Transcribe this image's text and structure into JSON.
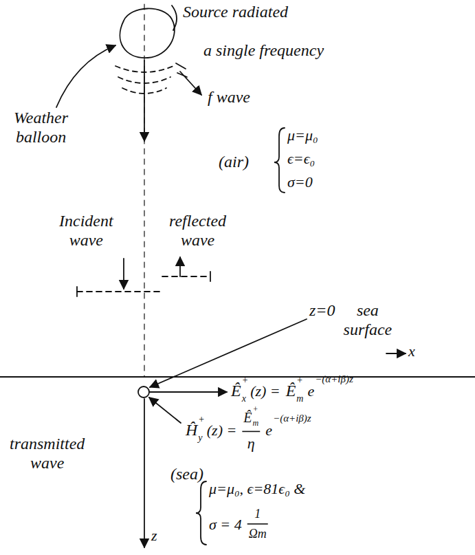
{
  "diagram": {
    "labels": [
      "Source radiated",
      "a single frequency",
      "f wave",
      "Weather balloon",
      "(air)",
      "μ=μ₀",
      "ϵ=ϵ₀",
      "σ=0",
      "Incident wave",
      "reflected wave",
      "z=0",
      "sea surface",
      "x",
      "Ê",
      "+",
      "x",
      "(z) =",
      "Ê",
      "+",
      "m",
      "e",
      "−(α+iβ)z",
      "Ĥ",
      "+",
      "y",
      "(z) =",
      "Ê",
      "+",
      "m",
      "η",
      "e",
      "−(α+iβ)z",
      "transmitted wave",
      "(sea)",
      "μ=μ₀, ϵ=81ϵ₀ &",
      "σ = 4",
      "1",
      "Ωm",
      "z"
    ]
  }
}
